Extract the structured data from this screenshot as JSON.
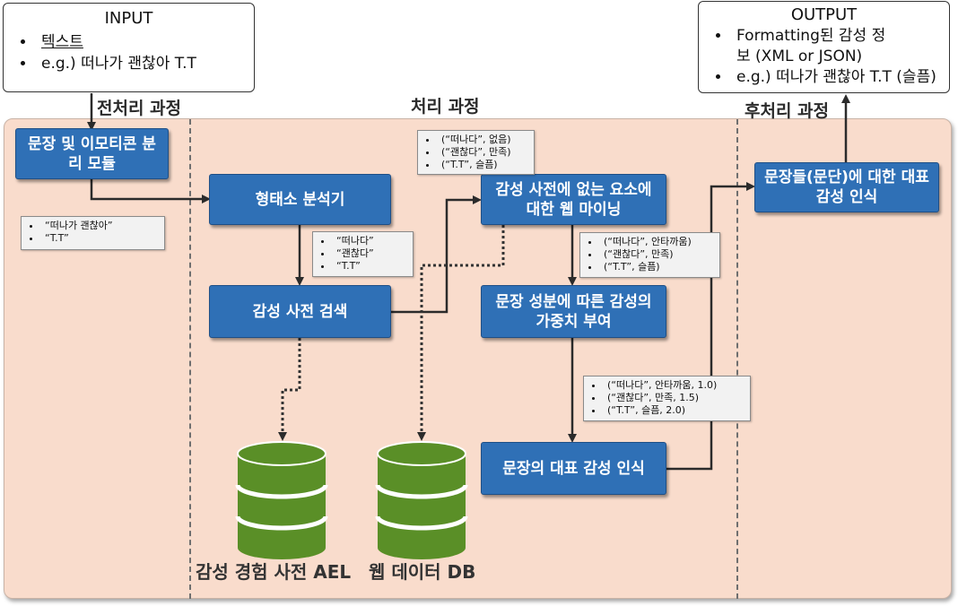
{
  "input": {
    "title": "INPUT",
    "items": [
      "텍스트",
      "e.g.) 떠나가 괜찮아 T.T"
    ]
  },
  "output": {
    "title": "OUTPUT",
    "items": [
      "Formatting된 감성 정보 (XML or JSON)",
      "e.g.) 떠나가 괜찮아 T.T (슬픔)"
    ]
  },
  "stages": {
    "pre": "전처리 과정",
    "main": "처리 과정",
    "post": "후처리 과정"
  },
  "boxes": {
    "separator": "문장 및 이모티콘 분리 모듈",
    "morph": "형태소 분석기",
    "dict_search": "감성 사전 검색",
    "web_mining": "감성 사전에 없는 요소에 대한 웹 마이닝",
    "weighting": "문장 성분에 따른 감성의 가중치 부여",
    "sentence_emotion": "문장의 대표 감성 인식",
    "paragraph_emotion": "문장들(문단)에 대한 대표 감성 인식"
  },
  "notes": {
    "sep": [
      "“떠나가 괜찮아”",
      "“T.T”"
    ],
    "morph": [
      "“떠나다”",
      "“괜찮다”",
      "“T.T”"
    ],
    "web": [
      "(“떠나다”, 없음)",
      "(“괜찮다”, 만족)",
      "(“T.T”, 슬픔)"
    ],
    "emo": [
      "(“떠나다”, 안타까움)",
      "(“괜찮다”, 만족)",
      "(“T.T”, 슬픔)"
    ],
    "weight": [
      "(“떠나다”, 안타까움, 1.0)",
      "(“괜찮다”, 만족, 1.5)",
      "(“T.T”, 슬픔, 2.0)"
    ]
  },
  "databases": {
    "ael": "감성 경험 사전 AEL",
    "web": "웹 데이터 DB"
  },
  "colors": {
    "panel": "#f9dccc",
    "box": "#2f70b6",
    "db": "#5a8f27"
  }
}
